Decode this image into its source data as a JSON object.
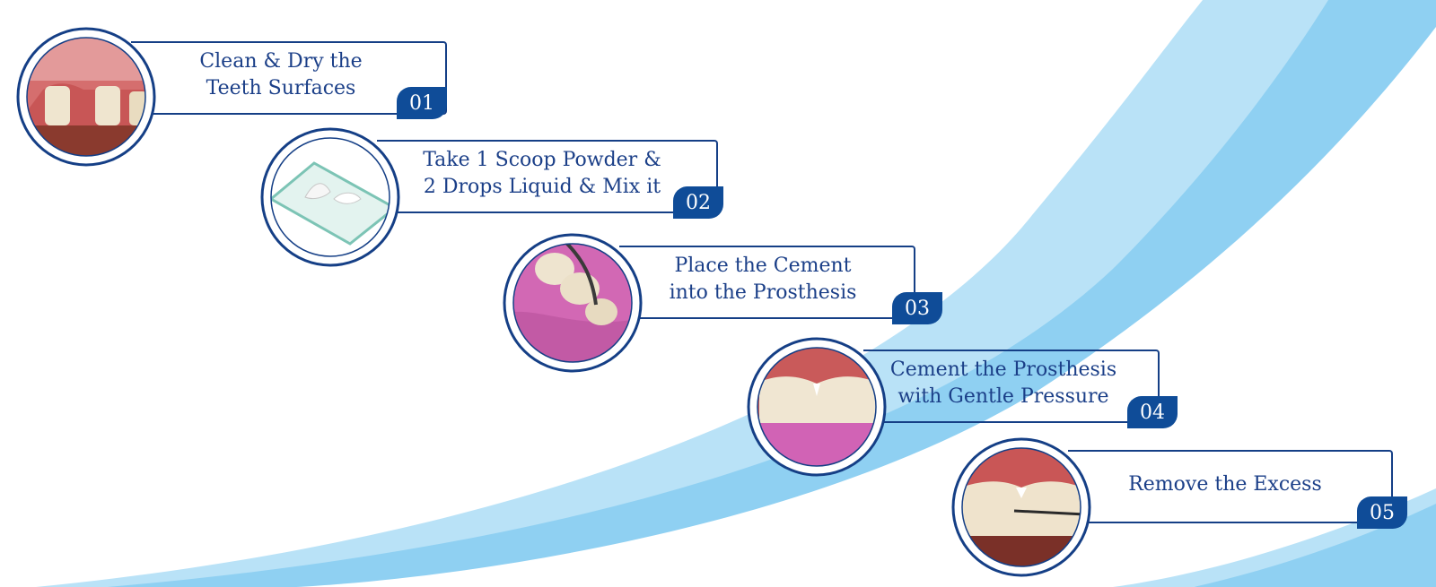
{
  "colors": {
    "navy": "#153f86",
    "badge": "#0f4c98",
    "swoosh_light": "#b7e1f6",
    "swoosh_mid": "#8ccdf1"
  },
  "steps": [
    {
      "number": "01",
      "line1": "Clean & Dry the",
      "line2": "Teeth Surfaces",
      "icon": "gums-prepared-teeth-photo"
    },
    {
      "number": "02",
      "line1": "Take 1 Scoop Powder &",
      "line2": "2 Drops Liquid & Mix it",
      "icon": "glass-mixing-slab-photo"
    },
    {
      "number": "03",
      "line1": "Place the Cement",
      "line2": "into the Prosthesis",
      "icon": "crown-cement-photo"
    },
    {
      "number": "04",
      "line1": "Cement the Prosthesis",
      "line2": "with Gentle Pressure",
      "icon": "seated-prosthesis-photo"
    },
    {
      "number": "05",
      "line1": "Remove the Excess",
      "line2": "",
      "icon": "excess-removal-photo"
    }
  ]
}
